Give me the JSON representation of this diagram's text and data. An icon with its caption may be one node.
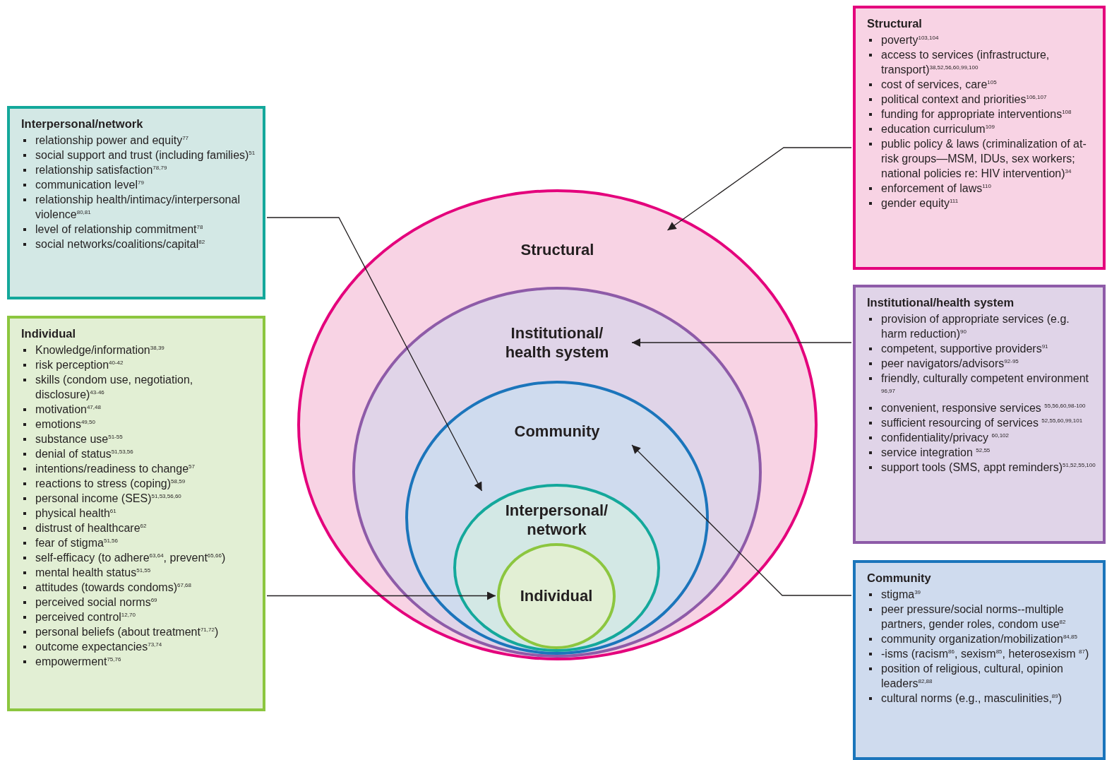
{
  "diagram": {
    "nodes": [
      {
        "text": [
          "Structural",
          "poverty$^{103,104}$",
          "access to services (infrastructure, transport)$^{38,52,56,60,99,100}$",
          "cost of services, care$^{105}$",
          "political context and priorities$^{106,107}$",
          "funding for appropriate interventions$^{108}$",
          "education curriculum$^{109}$",
          "public policy & laws (criminalization of at-risk groups—MSM, IDUs, sex workers; national policies re: HIV intervention)$^{34}$",
          "enforcement of laws$^{110}$",
          "gender equity$^{111}$"
        ]
      },
      {
        "text": [
          "Interpersonal/network",
          "relationship power and equity$^{77}$",
          "social support and trust (including families)$^{51}$",
          "relationship satisfaction$^{78,79}$",
          "communication level$^{79}$",
          "relationship health/intimacy/interpersonal violence$^{80,81}$",
          "level of relationship commitment$^{78}$",
          "social networks/coalitions/capital$^{82}$"
        ]
      },
      {
        "text": [
          "Individual",
          "Knowledge/information$^{38,39}$",
          "risk perception$^{40-42}$",
          "skills (condom use, negotiation, disclosure)$^{43-46}$",
          "motivation$^{47,48}$",
          "emotions$^{49,50}$",
          "substance use$^{51-55}$",
          "denial of status$^{51,53,56}$",
          "intentions/readiness to change$^{57}$",
          "reactions to stress (coping)$^{58,59}$",
          "personal income (SES)$^{51,53,56,60}$",
          "physical health$^{61}$",
          "distrust of healthcare$^{62}$",
          "fear of stigma$^{51,56}$",
          "self-efficacy (to adhere$^{63,64}$, prevent$^{65,66}$)",
          "mental health status$^{51,55}$",
          "attitudes (towards condoms)$^{67,68}$",
          "perceived social norms$^{69}$",
          "perceived control$^{12,70}$",
          "personal beliefs (about treatment$^{71,72}$)",
          "outcome expectancies$^{73,74}$",
          "empowerment$^{75,76}$"
        ]
      },
      {
        "text": [
          "Structural"
        ]
      },
      {
        "text": [
          "Institutional/ health system"
        ],
        "in": 3
      },
      {
        "text": [
          "Community"
        ],
        "in": 4
      },
      {
        "text": [
          "Interpersonal/ network"
        ],
        "in": 5
      },
      {
        "text": [
          "Individual"
        ],
        "in": 6
      },
      {
        "text": [
          "Institutional/health system",
          "provision of appropriate services (e.g. harm reduction)$^{90}$",
          "competent, supportive providers$^{91}$",
          "peer navigators/advisors$^{92-95}$",
          "friendly, culturally competent environment $^{96,97}$",
          "convenient, responsive services $^{55,56,60,98-100}$",
          "sufficient resourcing of services $^{52,55,60,99,101}$",
          "confidentiality/privacy $^{60,102}$",
          "service integration $^{52,55}$",
          "support tools (SMS, appt reminders)$^{51,52,55,100}$"
        ]
      },
      {
        "text": [
          "Community",
          "stigma$^{39}$",
          "peer pressure/social norms--multiple partners, gender roles, condom use$^{82}$",
          "community organization/mobilization$^{84,85}$",
          "-isms (racism$^{86}$, sexism$^{85}$, heterosexism $^{87}$)",
          "position of religious, cultural, opinion leaders$^{82,88}$",
          "cultural norms (e.g., masculinities,$^{89}$)"
        ]
      }
    ],
    "edges": [
      {
        "from": 0,
        "to": 3,
        "arrow": "to"
      },
      {
        "from": 1,
        "to": 6,
        "arrow": "to"
      },
      {
        "from": 2,
        "to": 7,
        "arrow": "to"
      },
      {
        "from": 8,
        "to": 4,
        "arrow": "to"
      },
      {
        "from": 9,
        "to": 5,
        "arrow": "to"
      }
    ]
  }
}
